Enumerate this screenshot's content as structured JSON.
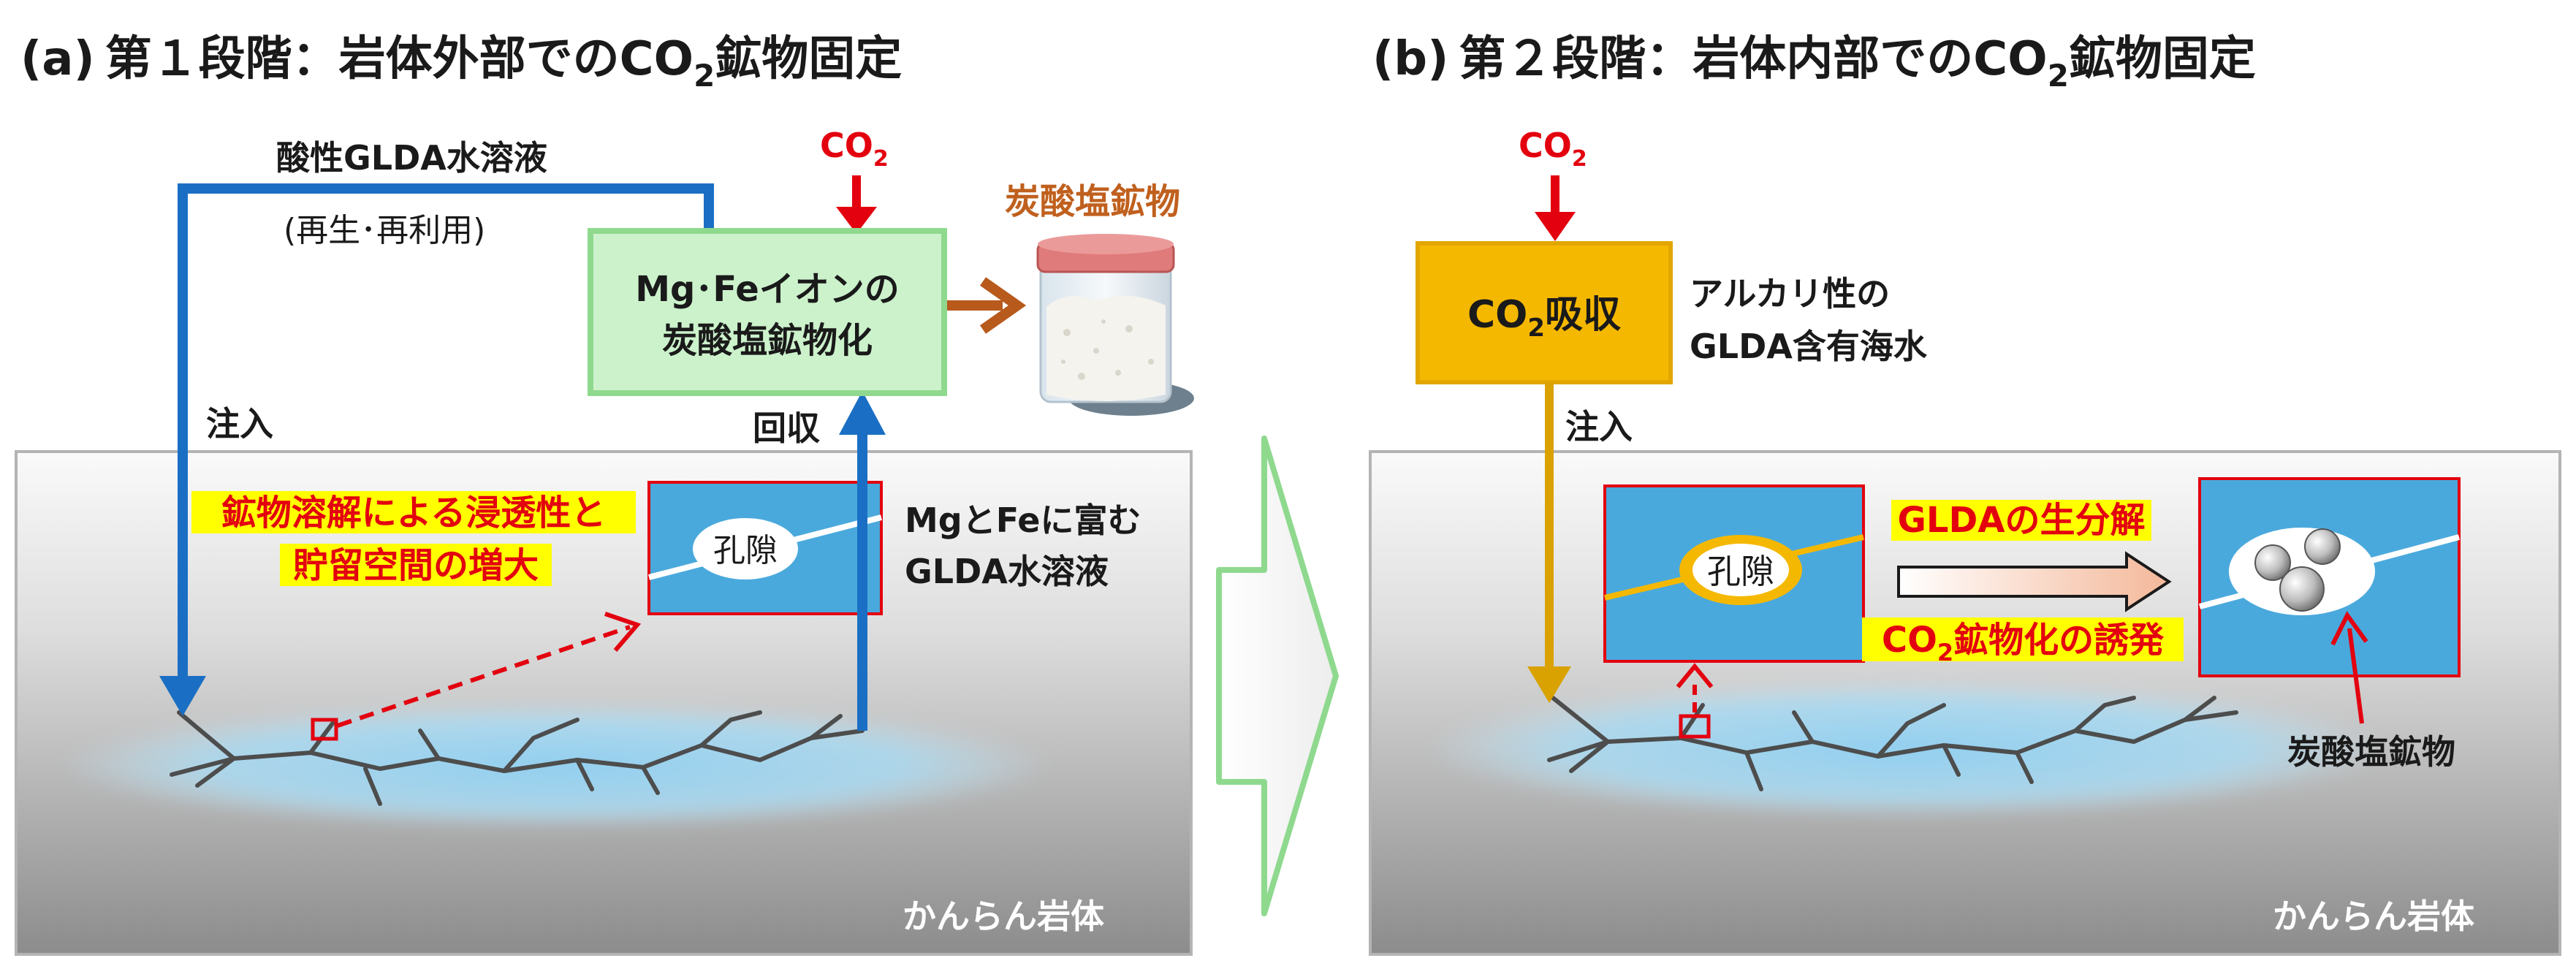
{
  "colors": {
    "blue_arrow": "#1a6fc4",
    "red": "#e3000f",
    "brown_arrow": "#b85a1c",
    "green_box_fill": "#ccf2cc",
    "green_box_stroke": "#8fd98f",
    "orange_box_fill": "#f5b800",
    "orange_box_stroke": "#e2a600",
    "gold_arrow": "#d9a200",
    "pore_blue": "#4aa9dc",
    "yellow_highlight": "#ffff00",
    "rock_gray": "#a8a8a8"
  },
  "icons": {
    "big_arrow": "hollow-right-arrow",
    "jar": "mineral-jar-icon",
    "particles": "carbonate-particles-icon"
  },
  "panel_a": {
    "label": "(a)",
    "title_main": "第１段階：岩体外部でのCO",
    "title_sub": "2",
    "title_rest": "鉱物固定",
    "acid_label": "酸性GLDA水溶液",
    "reuse_label": "(再生･再利用)",
    "co2_main": "CO",
    "co2_sub": "2",
    "box_line1": "Mg･Feイオンの",
    "box_line2": "炭酸塩鉱物化",
    "carbonate_label": "炭酸塩鉱物",
    "inject_label": "注入",
    "recover_label": "回収",
    "rich_line1": "MgとFeに富む",
    "rich_line2": "GLDA水溶液",
    "highlight_line1": "鉱物溶解による浸透性と",
    "highlight_line2": "貯留空間の増大",
    "pore_label": "孔隙",
    "rock_label": "かんらん岩体"
  },
  "panel_b": {
    "label": "(b)",
    "title_main": "第２段階：岩体内部でのCO",
    "title_sub": "2",
    "title_rest": "鉱物固定",
    "co2_main": "CO",
    "co2_sub": "2",
    "absorb_main": "CO",
    "absorb_sub": "2",
    "absorb_rest": "吸収",
    "alkali_line1": "アルカリ性の",
    "alkali_line2": "GLDA含有海水",
    "inject_label": "注入",
    "pore_label": "孔隙",
    "biodeg_label": "GLDAの生分解",
    "induce_main": "CO",
    "induce_sub": "2",
    "induce_rest": "鉱物化の誘発",
    "carbonate_label": "炭酸塩鉱物",
    "rock_label": "かんらん岩体"
  }
}
